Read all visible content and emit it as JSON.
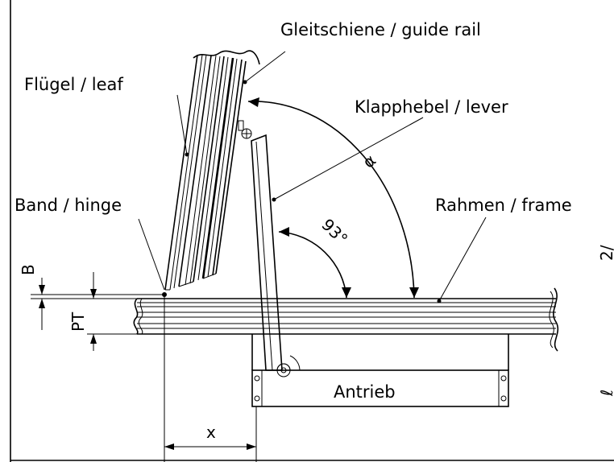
{
  "labels": {
    "guide_rail": "Gleitschiene / guide rail",
    "leaf": "Flügel / leaf",
    "lever": "Klapphebel / lever",
    "hinge": "Band / hinge",
    "frame": "Rahmen / frame",
    "drive": "Antrieb"
  },
  "dimensions": {
    "angle_alpha": "α",
    "angle_fixed": "93°",
    "b": "B",
    "pt": "PT",
    "x": "x"
  },
  "edge_fragments": {
    "top": "2/",
    "bottom": "ℓ"
  }
}
